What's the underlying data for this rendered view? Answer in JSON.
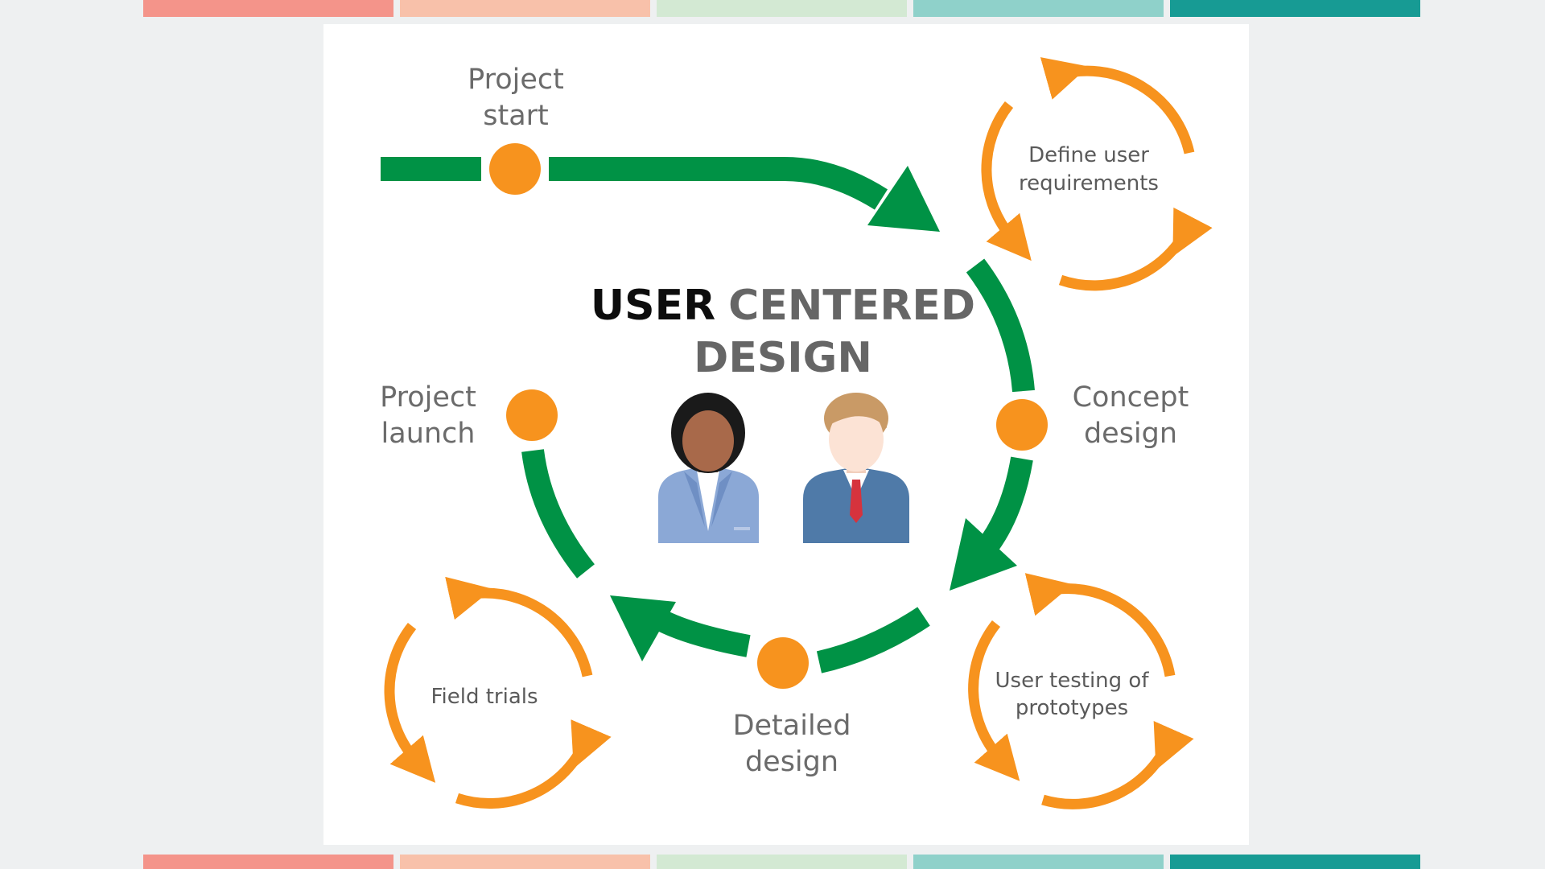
{
  "colors": {
    "green": "#009245",
    "orange": "#f7931e",
    "stripes": [
      "#f4948a",
      "#f8c1aa",
      "#d3e9d3",
      "#8fd1ca",
      "#179b94"
    ],
    "label_grey": "#6b6b6b",
    "title_dark": "#0d0d0d"
  },
  "title": {
    "word1": "USER",
    "word2": "CENTERED",
    "line2": "DESIGN"
  },
  "milestones": {
    "project_start": [
      "Project",
      "start"
    ],
    "concept_design": [
      "Concept",
      "design"
    ],
    "detailed_design": [
      "Detailed",
      "design"
    ],
    "project_launch": [
      "Project",
      "launch"
    ]
  },
  "loops": {
    "define_requirements": [
      "Define user",
      "requirements"
    ],
    "user_testing": [
      "User testing of",
      "prototypes"
    ],
    "field_trials": [
      "Field trials"
    ]
  },
  "icons": [
    "woman-user-icon",
    "man-user-icon"
  ]
}
